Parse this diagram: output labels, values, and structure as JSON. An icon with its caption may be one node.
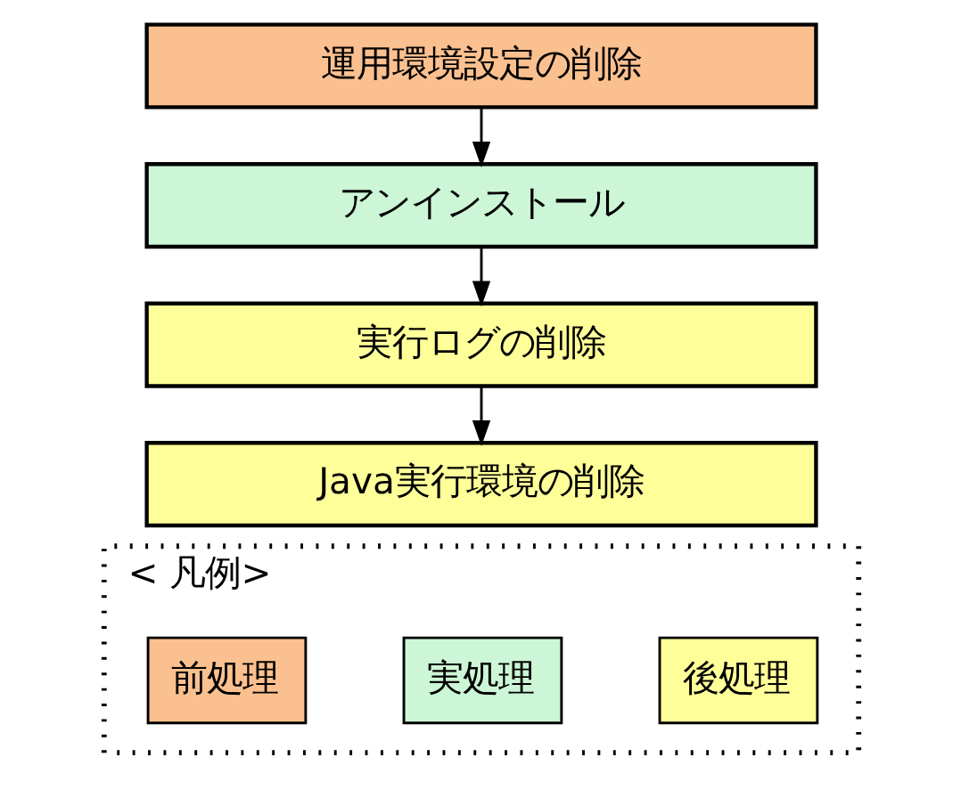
{
  "diagram": {
    "nodes": [
      {
        "text": [
          "運用環境設定の削除"
        ]
      },
      {
        "text": [
          "アンインストール"
        ]
      },
      {
        "text": [
          "実行ログの削除"
        ]
      },
      {
        "text": [
          "Java実行環境の削除"
        ]
      },
      {
        "text": [
          "< 凡例>"
        ]
      }
    ],
    "edges": [
      {
        "from": 0,
        "to": 1,
        "arrow": "to"
      },
      {
        "from": 1,
        "to": 2,
        "arrow": "to"
      },
      {
        "from": 2,
        "to": 3,
        "arrow": "to"
      }
    ],
    "legend": [
      {
        "text": "前処理",
        "color": "#fbc08f"
      },
      {
        "text": "実処理",
        "color": "#ccf6d6"
      },
      {
        "text": "後処理",
        "color": "#ffff99"
      }
    ]
  }
}
